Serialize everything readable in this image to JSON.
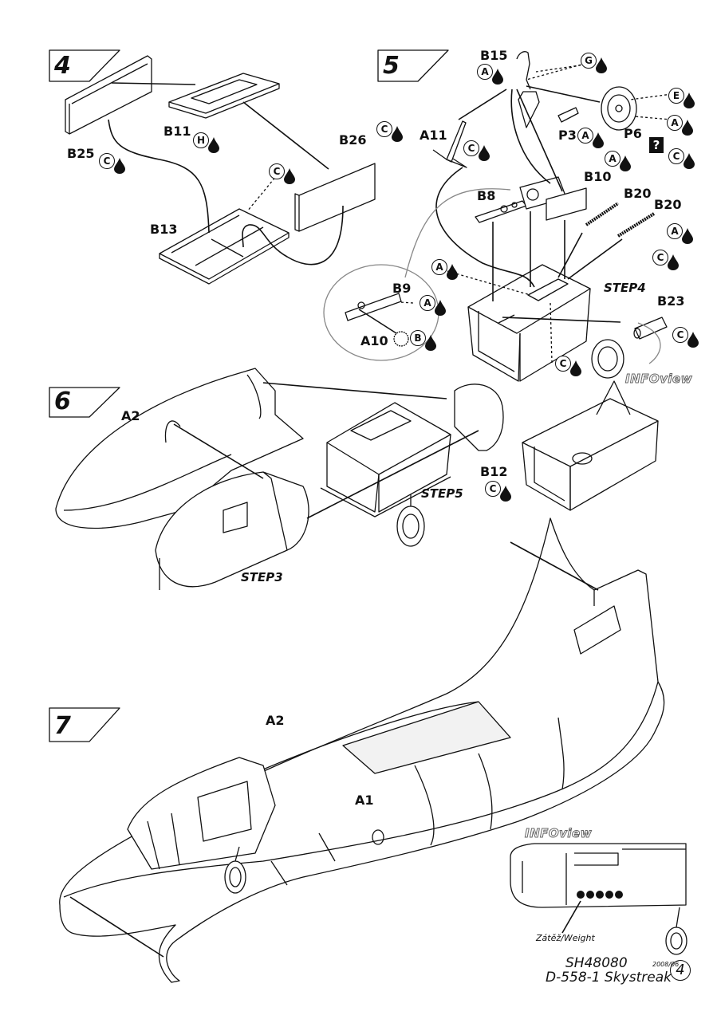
{
  "steps": [
    "4",
    "5",
    "6",
    "7"
  ],
  "parts": {
    "B25": "B25",
    "B11": "B11",
    "B26": "B26",
    "B13": "B13",
    "B15": "B15",
    "A11": "A11",
    "P3": "P3",
    "P6": "P6",
    "B10": "B10",
    "B20a": "B20",
    "B20b": "B20",
    "B8": "B8",
    "B9": "B9",
    "A10": "A10",
    "B23": "B23",
    "A2_step6": "A2",
    "B12": "B12",
    "A2_step7": "A2",
    "A1": "A1"
  },
  "sub_steps": {
    "step4": "STEP4",
    "step5": "STEP5",
    "step3": "STEP3"
  },
  "paints": {
    "b25": "C",
    "b11": "H",
    "b26": "C",
    "b13": "C",
    "b15": "A",
    "g": "G",
    "e": "E",
    "p6a": "A",
    "p6c": "C",
    "a11": "C",
    "p3": "A",
    "b10": "A",
    "b20": "A",
    "b20c": "C",
    "b8a": "A",
    "b9": "A",
    "a10": "B",
    "c_mid": "C",
    "b23": "C",
    "b12": "C"
  },
  "question_mark": "?",
  "infoview_label": "INFOview",
  "weight_caption": "Zátěž/Weight",
  "footer": {
    "code": "SH48080",
    "date": "2008/06",
    "model": "D-558-1 Skystreak",
    "page": "4"
  }
}
